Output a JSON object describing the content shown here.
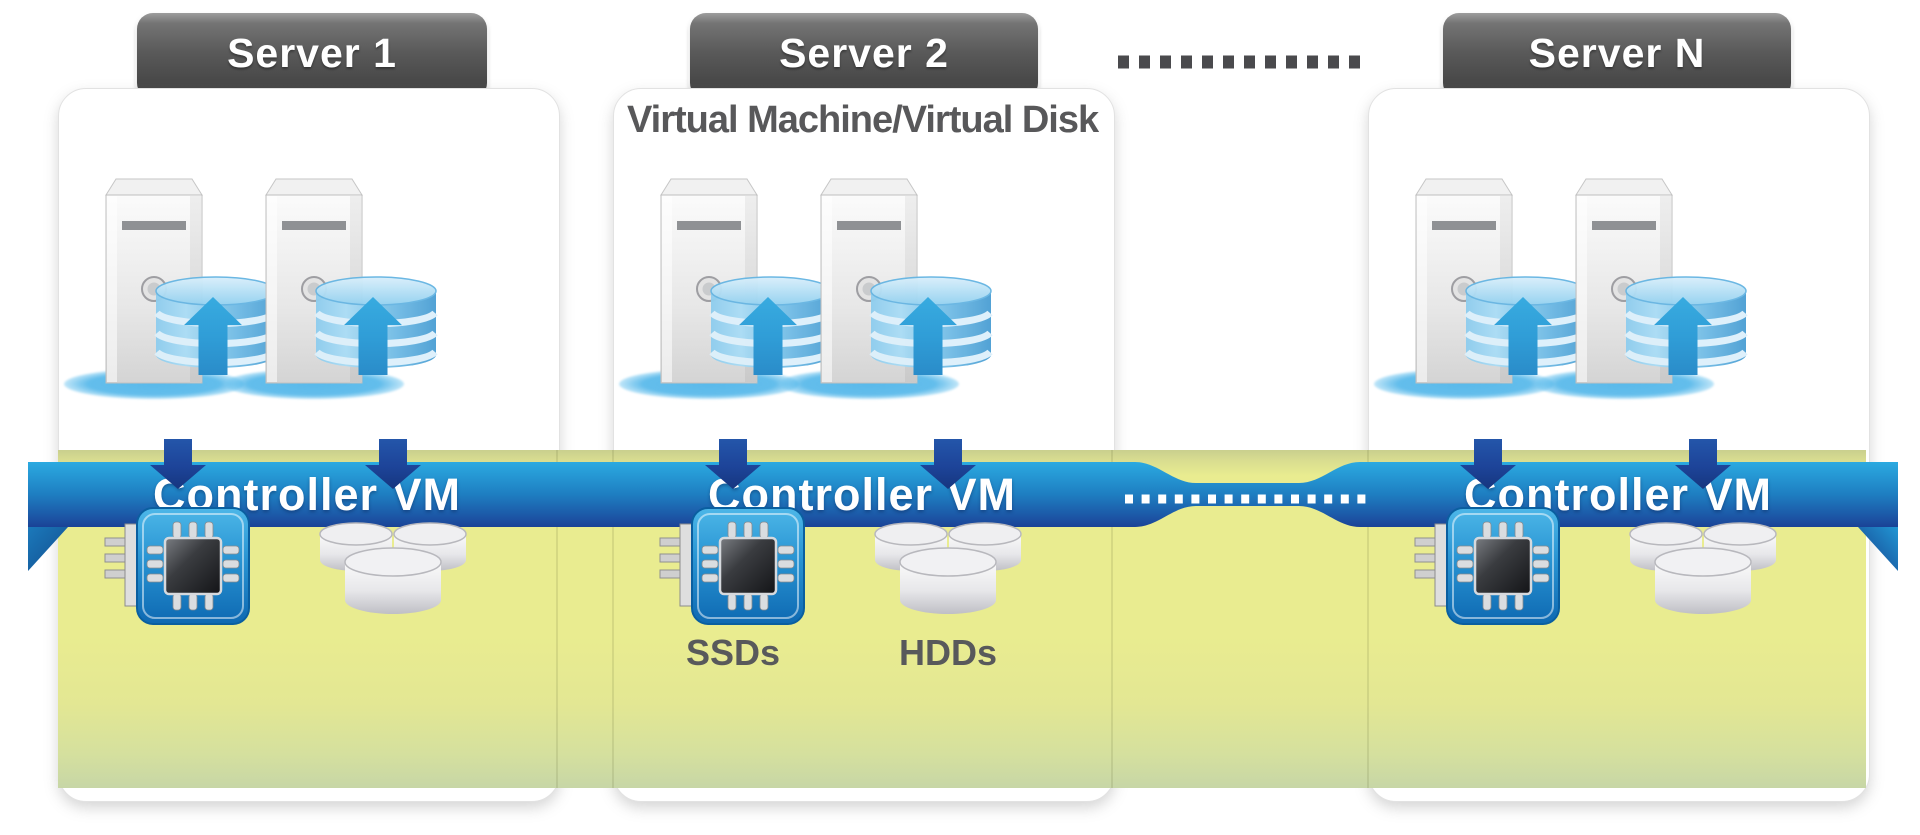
{
  "servers": [
    {
      "tab_label": "Server 1",
      "controller_label": "Controller VM"
    },
    {
      "tab_label": "Server 2",
      "controller_label": "Controller VM",
      "overlay_label": "Virtual Machine/Virtual Disk",
      "ssd_label": "SSDs",
      "hdd_label": "HDDs"
    },
    {
      "tab_label": "Server N",
      "controller_label": "Controller VM"
    }
  ],
  "icons": {
    "server_tower": "vm-tower-icon",
    "virtual_disk": "blue-disk-stack-icon",
    "ssd": "ssd-chip-icon",
    "hdd": "hdd-cylinders-icon",
    "flow_up": "arrow-up-icon",
    "flow_down": "arrow-down-icon",
    "servers_ellipsis": "dotted-connector-icon",
    "controllers_ellipsis": "dotted-connector-icon"
  },
  "colors": {
    "tab_gray": "#58585a",
    "label_gray": "#58595b",
    "ribbon_top_blue": "#2baae1",
    "ribbon_bottom_blue": "#1a4296",
    "band_yellow": "#e9ec90",
    "arrow_up_blue": "#2f9cd6",
    "arrow_down_navy": "#1d4499",
    "disk_blue": "#7cc4e9",
    "ssd_chip_blue": "#2893d2",
    "hdd_silver": "#c9c9cd"
  }
}
